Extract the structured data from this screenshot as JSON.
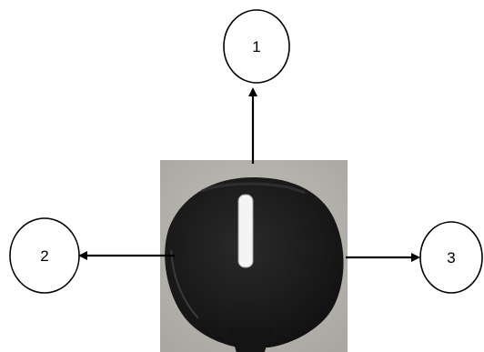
{
  "callouts": [
    {
      "label": "1",
      "direction": "up"
    },
    {
      "label": "2",
      "direction": "left"
    },
    {
      "label": "3",
      "direction": "right"
    }
  ],
  "switch": {
    "description": "selector-switch-knob",
    "knob_color": "#1a1a1a",
    "indicator_color": "#f4f4f4",
    "panel_color": "#b5b3ac"
  },
  "colors": {
    "outline": "#000000",
    "background": "#ffffff"
  }
}
